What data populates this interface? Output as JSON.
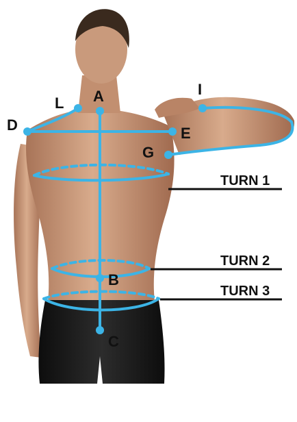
{
  "points": {
    "A": "A",
    "B": "B",
    "C": "C",
    "D": "D",
    "E": "E",
    "G": "G",
    "I": "I",
    "L": "L"
  },
  "turns": {
    "turn1": "TURN 1",
    "turn2": "TURN 2",
    "turn3": "TURN 3"
  },
  "colors": {
    "measure_line": "#3cb4e6",
    "label": "#111111",
    "skin": "#c99a7c",
    "shorts": "#1a1a1a",
    "hair": "#3a2a1e"
  }
}
